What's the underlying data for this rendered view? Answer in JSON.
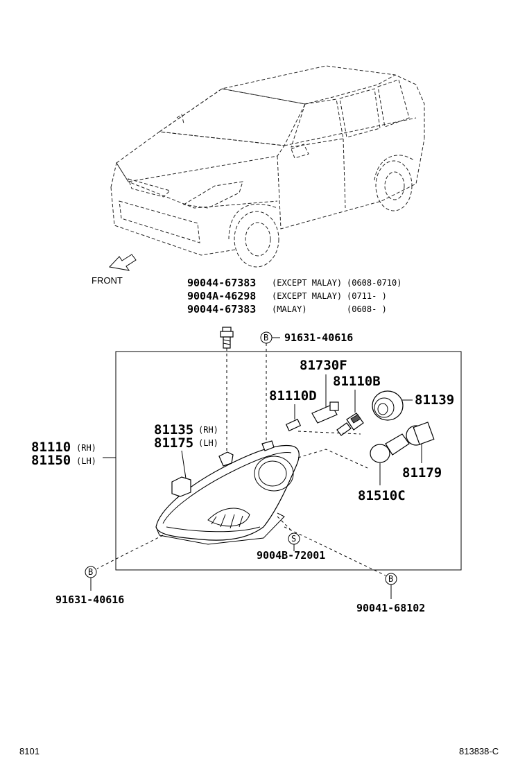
{
  "front_label": "FRONT",
  "bolt_options": [
    {
      "part": "90044-67383",
      "note": "(EXCEPT MALAY)",
      "range": "(0608-0710)"
    },
    {
      "part": "9004A-46298",
      "note": "(EXCEPT MALAY)",
      "range": "(0711-      )"
    },
    {
      "part": "90044-67383",
      "note": "(MALAY)",
      "range": "(0608-      )"
    }
  ],
  "parts": {
    "clip_top": "91631-40616",
    "bulb_holder_f": "81730F",
    "socket_b": "81110B",
    "bulb_d": "81110D",
    "cover": "81139",
    "bracket_rh": "81135",
    "bracket_lh": "81175",
    "rh_tag": "(RH)",
    "lh_tag": "(LH)",
    "assy_rh": "81110",
    "assy_lh": "81150",
    "socket_179": "81179",
    "bulb_c": "81510C",
    "screw_s": "9004B-72001",
    "clip_bottom": "91631-40616",
    "screw_b": "90041-68102"
  },
  "marks": {
    "b": "B",
    "s": "S"
  },
  "footer": {
    "page": "8101",
    "ref": "813838-C"
  }
}
